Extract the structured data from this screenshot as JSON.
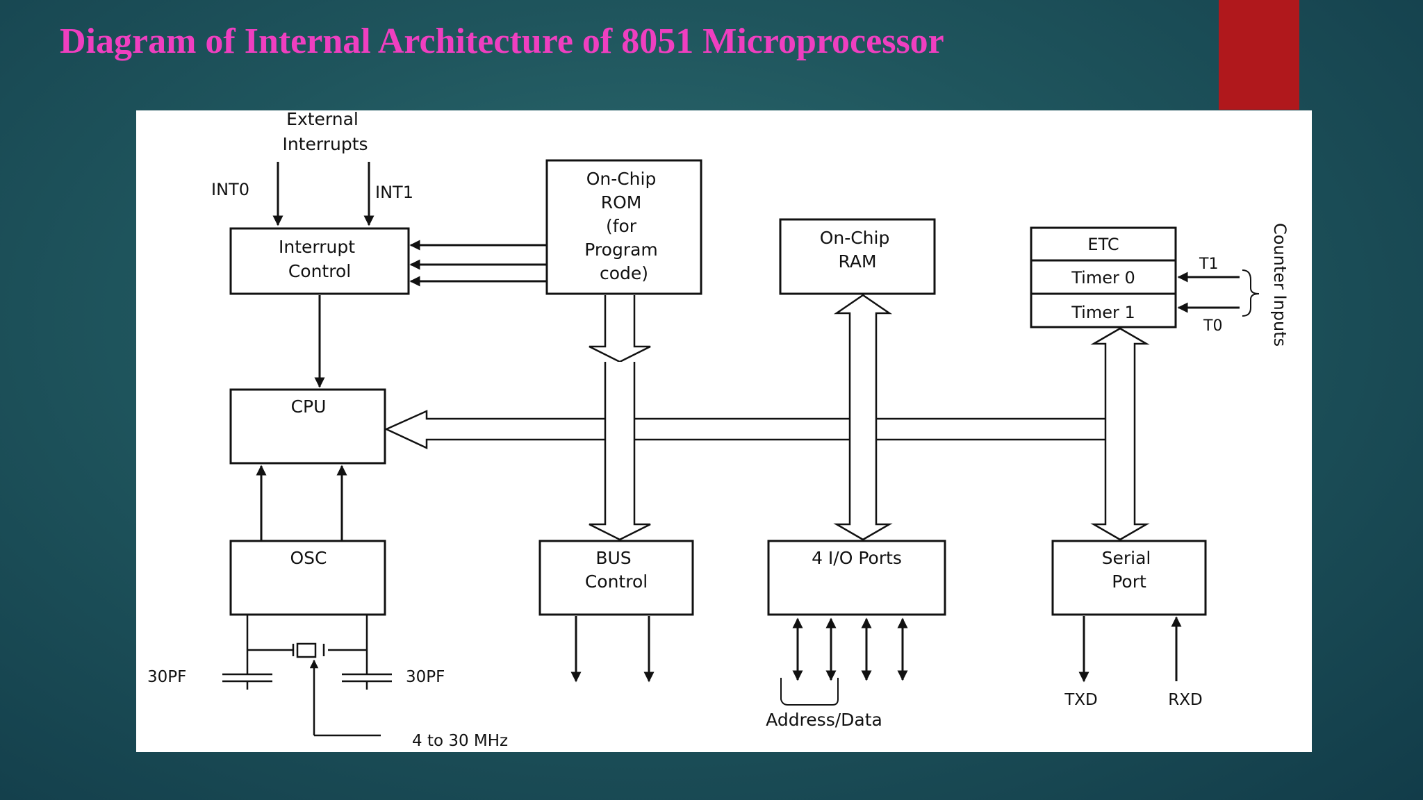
{
  "slide": {
    "title": "Diagram of Internal Architecture of 8051 Microprocessor",
    "accent_color": "#b0181c",
    "title_color": "#ef3fc0"
  },
  "diagram": {
    "external_interrupts": [
      "External",
      "Interrupts"
    ],
    "int0": "INT0",
    "int1": "INT1",
    "interrupt_control": [
      "Interrupt",
      "Control"
    ],
    "rom": [
      "On-Chip",
      "ROM",
      "(for",
      "Program",
      "code)"
    ],
    "ram": [
      "On-Chip",
      "RAM"
    ],
    "etc": "ETC",
    "timer0": "Timer 0",
    "timer1": "Timer 1",
    "t1": "T1",
    "t0": "T0",
    "counter_inputs": "Counter Inputs",
    "cpu": "CPU",
    "osc": "OSC",
    "bus_control": [
      "BUS",
      "Control"
    ],
    "io_ports": "4 I/O Ports",
    "serial_port": [
      "Serial",
      "Port"
    ],
    "cap_left": "30PF",
    "cap_right": "30PF",
    "crystal_freq": "4 to 30 MHz",
    "address_data": "Address/Data",
    "txd": "TXD",
    "rxd": "RXD"
  }
}
